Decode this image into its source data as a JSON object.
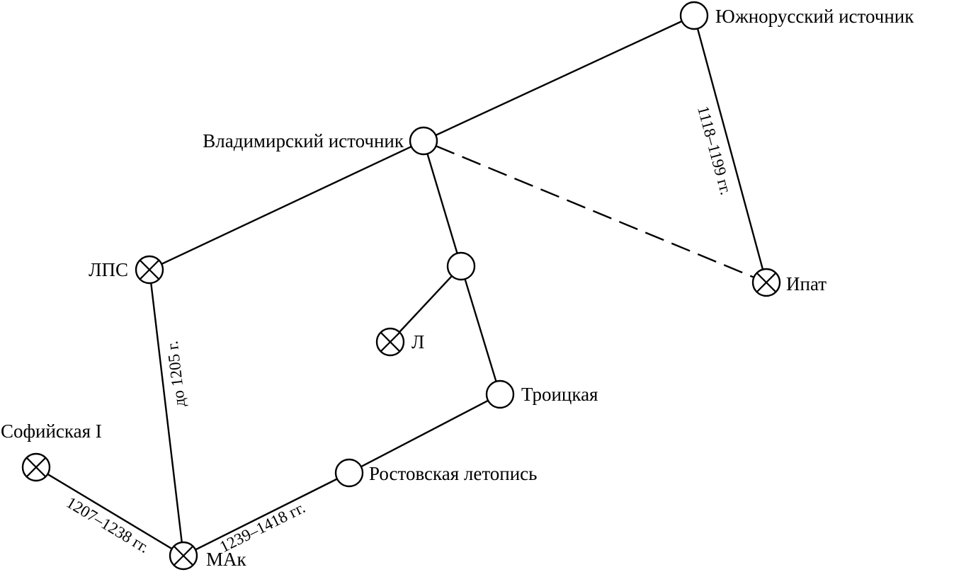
{
  "nodes": [
    {
      "id": "yuzhnorusskiy",
      "label": "Южнорусский источник",
      "crossed": false
    },
    {
      "id": "vladimirskiy",
      "label": "Владимирский источник",
      "crossed": false
    },
    {
      "id": "intermediate",
      "label": "",
      "crossed": false
    },
    {
      "id": "lps",
      "label": "ЛПС",
      "crossed": true
    },
    {
      "id": "ipat",
      "label": "Ипат",
      "crossed": true
    },
    {
      "id": "l",
      "label": "Л",
      "crossed": true
    },
    {
      "id": "troitskaya",
      "label": "Троицкая",
      "crossed": false
    },
    {
      "id": "rostovskaya",
      "label": "Ростовская летопись",
      "crossed": false
    },
    {
      "id": "sofiyskaya",
      "label": "Софийская I",
      "crossed": true
    },
    {
      "id": "mak",
      "label": "МАк",
      "crossed": true
    }
  ],
  "edges": [
    {
      "from": "yuzhnorusskiy",
      "to": "vladimirskiy",
      "style": "solid",
      "label": ""
    },
    {
      "from": "yuzhnorusskiy",
      "to": "ipat",
      "style": "solid",
      "label": "1118–1199 гг."
    },
    {
      "from": "vladimirskiy",
      "to": "ipat",
      "style": "dashed",
      "label": ""
    },
    {
      "from": "vladimirskiy",
      "to": "lps",
      "style": "solid",
      "label": ""
    },
    {
      "from": "vladimirskiy",
      "to": "intermediate",
      "style": "solid",
      "label": ""
    },
    {
      "from": "intermediate",
      "to": "l",
      "style": "solid",
      "label": ""
    },
    {
      "from": "intermediate",
      "to": "troitskaya",
      "style": "solid",
      "label": ""
    },
    {
      "from": "troitskaya",
      "to": "rostovskaya",
      "style": "solid",
      "label": ""
    },
    {
      "from": "rostovskaya",
      "to": "mak",
      "style": "solid",
      "label": "1239–1418 гг."
    },
    {
      "from": "lps",
      "to": "mak",
      "style": "solid",
      "label": "до 1205 г."
    },
    {
      "from": "sofiyskaya",
      "to": "mak",
      "style": "solid",
      "label": "1207–1238 гг."
    }
  ]
}
